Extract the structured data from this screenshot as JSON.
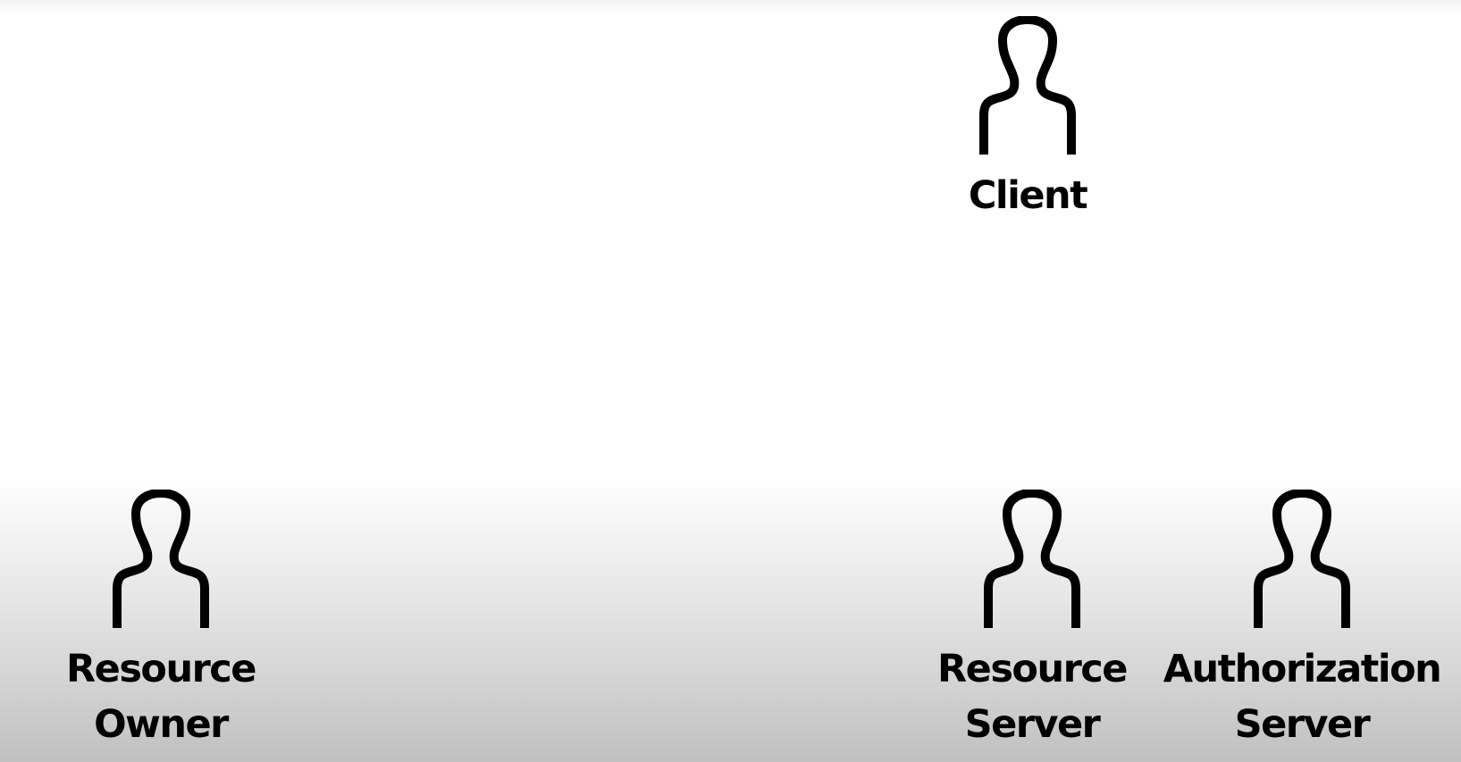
{
  "actors": {
    "client": {
      "icon": "person-icon",
      "label_lines": [
        "Client"
      ]
    },
    "resource_owner": {
      "icon": "person-icon",
      "label_lines": [
        "Resource",
        "Owner"
      ]
    },
    "resource_server": {
      "icon": "person-icon",
      "label_lines": [
        "Resource",
        "Server"
      ]
    },
    "authorization_server": {
      "icon": "person-icon",
      "label_lines": [
        "Authorization",
        "Server"
      ]
    }
  },
  "colors": {
    "icon_stroke": "#000000",
    "text": "#000000",
    "background_top": "#ffffff",
    "background_bottom": "#c0c0c0"
  }
}
